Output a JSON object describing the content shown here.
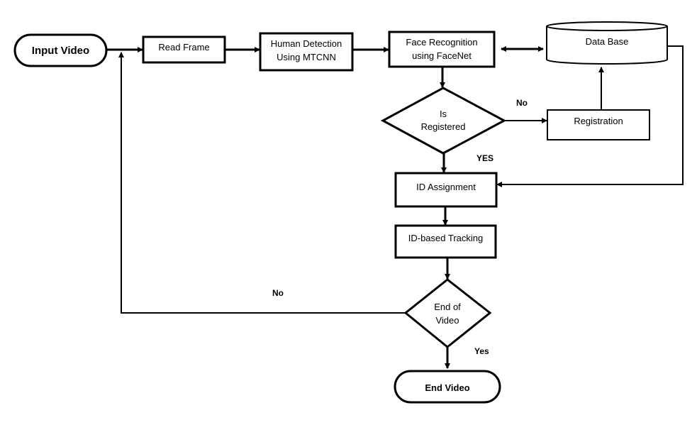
{
  "nodes": {
    "input_video": "Input Video",
    "read_frame": "Read Frame",
    "human_detection": [
      "Human Detection",
      "Using MTCNN"
    ],
    "face_recognition": [
      "Face Recognition",
      "using FaceNet"
    ],
    "data_base": "Data Base",
    "is_registered": [
      "Is",
      "Registered"
    ],
    "registration": "Registration",
    "id_assignment": "ID Assignment",
    "id_tracking": "ID-based Tracking",
    "end_of_video": [
      "End of",
      "Video"
    ],
    "end_video": "End Video"
  },
  "edges": {
    "registered_no": "No",
    "registered_yes": "YES",
    "end_no": "No",
    "end_yes": "Yes"
  }
}
